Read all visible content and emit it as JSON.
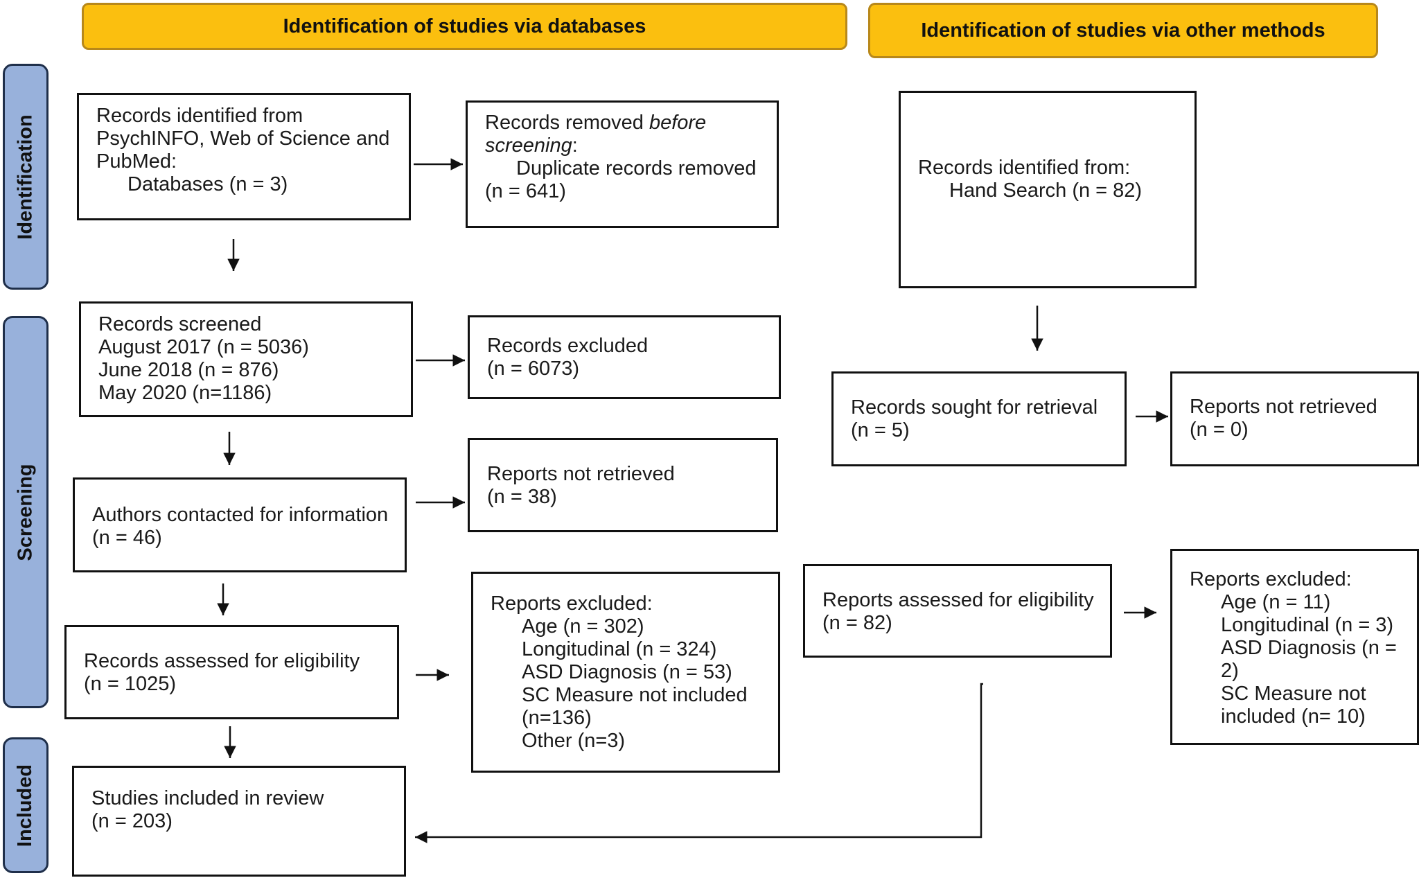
{
  "headers": {
    "databases": "Identification of studies via databases",
    "other_methods": "Identification of studies via other methods"
  },
  "stages": {
    "identification": "Identification",
    "screening": "Screening",
    "included": "Included"
  },
  "boxes": {
    "records_identified_db": {
      "line1": "Records identified from",
      "line2": "PsychINFO, Web of Science and",
      "line3": "PubMed:",
      "line4": "Databases (n = 3)"
    },
    "records_removed": {
      "line1_pre": "Records removed ",
      "line1_em": "before",
      "line2_em": "screening",
      "line2_post": ":",
      "line3": "Duplicate records removed",
      "line4": "(n = 641)"
    },
    "records_screened": {
      "line1": "Records screened",
      "line2": "August 2017 (n = 5036)",
      "line3": "June 2018 (n = 876)",
      "line4": "May 2020 (n=1186)"
    },
    "records_excluded": {
      "line1": "Records excluded",
      "line2": "(n = 6073)"
    },
    "authors_contacted": {
      "line1": "Authors contacted for information",
      "line2": "(n = 46)"
    },
    "reports_not_retrieved_db": {
      "line1": "Reports not retrieved",
      "line2": "(n = 38)"
    },
    "records_assessed": {
      "line1": "Records assessed for eligibility",
      "line2": "(n = 1025)"
    },
    "reports_excluded_db": {
      "line1": "Reports excluded:",
      "line2": "Age (n = 302)",
      "line3": "Longitudinal (n = 324)",
      "line4": "ASD Diagnosis (n = 53)",
      "line5": "SC Measure not included",
      "line6": "(n=136)",
      "line7": "Other (n=3)"
    },
    "studies_included": {
      "line1": "Studies included in review",
      "line2": "(n = 203)"
    },
    "records_identified_other": {
      "line1": "Records identified from:",
      "line2": "Hand Search (n = 82)"
    },
    "records_sought": {
      "line1": "Records sought for retrieval",
      "line2": "(n = 5)"
    },
    "reports_not_retrieved_other": {
      "line1": "Reports not retrieved",
      "line2": "(n = 0)"
    },
    "reports_assessed_other": {
      "line1": "Reports assessed for eligibility",
      "line2": "(n = 82)"
    },
    "reports_excluded_other": {
      "line1": "Reports excluded:",
      "line2": "Age (n = 11)",
      "line3": "Longitudinal (n = 3)",
      "line4": "ASD Diagnosis (n =",
      "line5": "2)",
      "line6": "SC Measure not",
      "line7": "included (n= 10)"
    }
  }
}
